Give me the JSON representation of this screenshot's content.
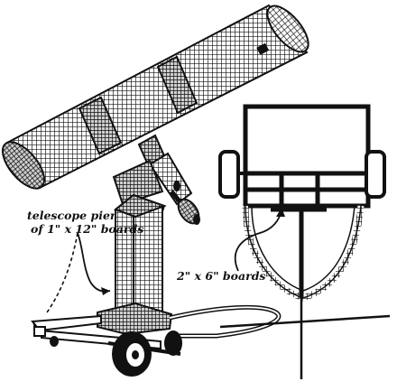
{
  "labels": {
    "pier_line1": "telescope pier",
    "pier_line2": "of 1\" x 12\" boards",
    "boards": "2\" x 6\" boards"
  },
  "colors": {
    "ink": "#111111",
    "paper": "#ffffff"
  }
}
